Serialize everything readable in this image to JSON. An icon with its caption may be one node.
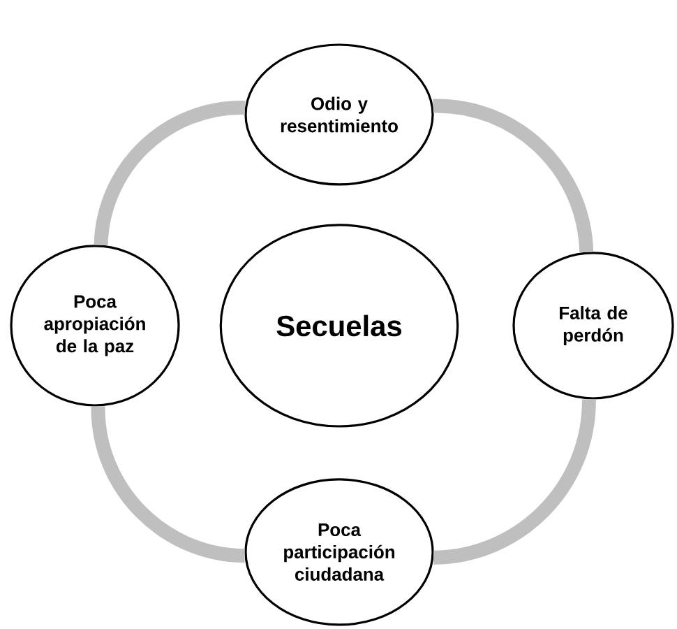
{
  "diagram": {
    "nodes": [
      {
        "text": [
          "Odio y resentimiento"
        ]
      },
      {
        "text": [
          "Poca apropiación de la paz"
        ]
      },
      {
        "text": [
          "Secuelas"
        ]
      },
      {
        "text": [
          "Falta de perdón"
        ]
      },
      {
        "text": [
          "Poca participación ciudadana"
        ]
      }
    ],
    "edges": [
      {
        "from": 0,
        "to": 3,
        "arrow": "none"
      },
      {
        "from": 3,
        "to": 4,
        "arrow": "none"
      },
      {
        "from": 4,
        "to": 1,
        "arrow": "none"
      },
      {
        "from": 1,
        "to": 0,
        "arrow": "none"
      }
    ]
  }
}
